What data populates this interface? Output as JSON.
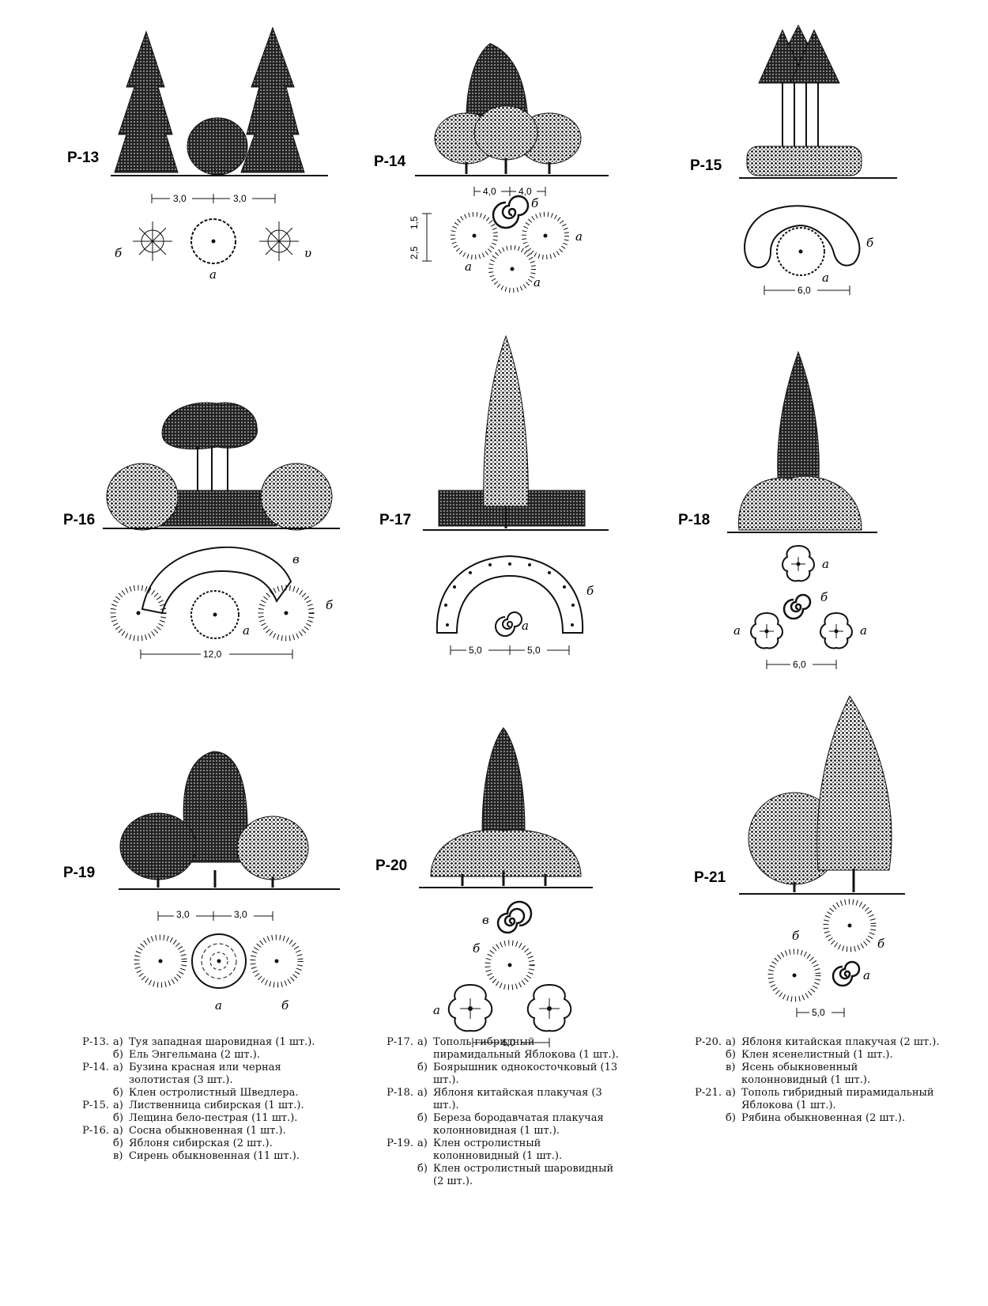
{
  "plates": [
    {
      "label": "Р-13",
      "dims": [
        "3,0",
        "3,0"
      ],
      "letters": [
        "б",
        "а",
        "υ"
      ]
    },
    {
      "label": "Р-14",
      "dims": [
        "4,0",
        "4,0",
        "2,5",
        "1,5"
      ],
      "letters": [
        "б",
        "а",
        "а",
        "а"
      ]
    },
    {
      "label": "Р-15",
      "dims": [
        "6,0"
      ],
      "letters": [
        "б",
        "а"
      ]
    },
    {
      "label": "Р-16",
      "dims": [
        "12,0"
      ],
      "letters": [
        "в",
        "б",
        "а"
      ]
    },
    {
      "label": "Р-17",
      "dims": [
        "5,0",
        "5,0"
      ],
      "letters": [
        "б",
        "а"
      ]
    },
    {
      "label": "Р-18",
      "dims": [
        "6,0"
      ],
      "letters": [
        "а",
        "б",
        "а",
        "а"
      ]
    },
    {
      "label": "Р-19",
      "dims": [
        "3,0",
        "3,0"
      ],
      "letters": [
        "а",
        "б"
      ]
    },
    {
      "label": "Р-20",
      "dims": [
        "6,0"
      ],
      "letters": [
        "в",
        "б",
        "а"
      ]
    },
    {
      "label": "Р-21",
      "dims": [
        "5,0"
      ],
      "letters": [
        "б",
        "б",
        "а"
      ]
    }
  ],
  "legend": {
    "col1": [
      {
        "code": "Р-13.",
        "sub": "а)",
        "text": "Туя западная шаровидная (1 шт.)."
      },
      {
        "code": "",
        "sub": "б)",
        "text": "Ель Энгельмана (2 шт.)."
      },
      {
        "code": "Р-14.",
        "sub": "а)",
        "text": "Бузина красная или черная золотистая (3 шт.)."
      },
      {
        "code": "",
        "sub": "б)",
        "text": "Клен остролистный Шведлера."
      },
      {
        "code": "Р-15.",
        "sub": "а)",
        "text": "Лиственница сибирская (1 шт.)."
      },
      {
        "code": "",
        "sub": "б)",
        "text": "Лещина бело-пестрая (11 шт.)."
      },
      {
        "code": "Р-16.",
        "sub": "а)",
        "text": "Сосна обыкновенная (1 шт.)."
      },
      {
        "code": "",
        "sub": "б)",
        "text": "Яблоня сибирская (2 шт.)."
      },
      {
        "code": "",
        "sub": "в)",
        "text": "Сирень обыкновенная (11 шт.)."
      }
    ],
    "col2": [
      {
        "code": "Р-17.",
        "sub": "а)",
        "text": "Тополь гибридный пирамидальный Яблокова (1 шт.)."
      },
      {
        "code": "",
        "sub": "б)",
        "text": "Боярышник однокосточковый (13 шт.)."
      },
      {
        "code": "Р-18.",
        "sub": "а)",
        "text": "Яблоня китайская плакучая (3 шт.)."
      },
      {
        "code": "",
        "sub": "б)",
        "text": "Береза бородавчатая плакучая колонновидная (1 шт.)."
      },
      {
        "code": "Р-19.",
        "sub": "а)",
        "text": "Клен остролистный колонновидный (1 шт.)."
      },
      {
        "code": "",
        "sub": "б)",
        "text": "Клен остролистный шаровидный (2 шт.)."
      }
    ],
    "col3": [
      {
        "code": "Р-20.",
        "sub": "а)",
        "text": "Яблоня китайская плакучая (2 шт.)."
      },
      {
        "code": "",
        "sub": "б)",
        "text": "Клен ясенелистный (1 шт.)."
      },
      {
        "code": "",
        "sub": "в)",
        "text": "Ясень обыкновенный колонновидный (1 шт.)."
      },
      {
        "code": "Р-21.",
        "sub": "а)",
        "text": "Тополь гибридный пирамидальный Яблокова (1 шт.)."
      },
      {
        "code": "",
        "sub": "б)",
        "text": "Рябина обыкновенная (2 шт.)."
      }
    ]
  }
}
